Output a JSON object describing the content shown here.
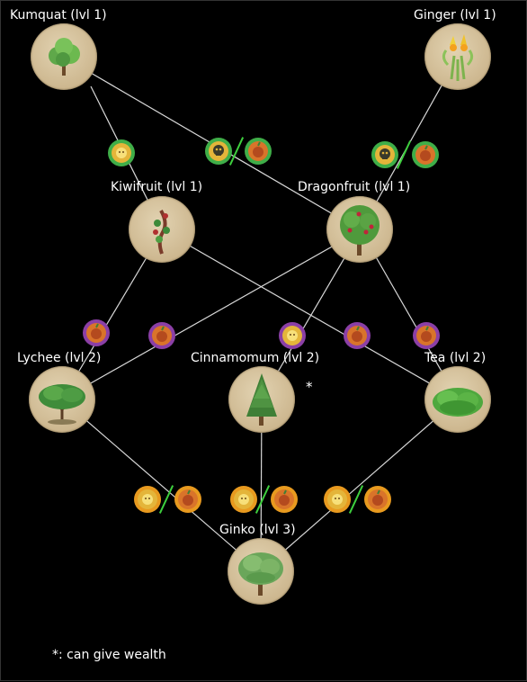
{
  "nodes": {
    "kumquat": {
      "label": "Kumquat (lvl 1)"
    },
    "ginger": {
      "label": "Ginger (lvl 1)"
    },
    "kiwifruit": {
      "label": "Kiwifruit (lvl 1)"
    },
    "dragonfruit": {
      "label": "Dragonfruit (lvl 1)"
    },
    "lychee": {
      "label": "Lychee (lvl 2)"
    },
    "cinnamomum": {
      "label": "Cinnamomum (lvl 2)"
    },
    "tea": {
      "label": "Tea (lvl 2)"
    },
    "ginko": {
      "label": "Ginko (lvl 3)"
    }
  },
  "cinnamomum_marker": "*",
  "footnote": "*: can give wealth",
  "colors": {
    "background": "#000000",
    "line": "#d8d8d8",
    "tier1_ring": "#3fae48",
    "tier2_ring": "#8b3fa6",
    "tier3_ring": "#e89a1f",
    "or_slash": "#3ecf3e"
  },
  "badge_icons": [
    "sun-face-icon",
    "fruit-icon",
    "skull-icon"
  ]
}
